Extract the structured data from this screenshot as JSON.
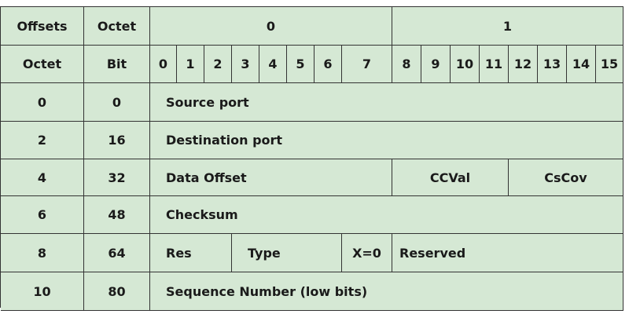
{
  "header": {
    "offsets": "Offsets",
    "octet_top": "Octet",
    "octet0": "0",
    "octet1": "1",
    "octet_left": "Octet",
    "bit": "Bit",
    "bits": [
      "0",
      "1",
      "2",
      "3",
      "4",
      "5",
      "6",
      "7",
      "8",
      "9",
      "10",
      "11",
      "12",
      "13",
      "14",
      "15"
    ]
  },
  "rows": [
    {
      "octet": "0",
      "bit": "0",
      "fields": [
        "Source port"
      ]
    },
    {
      "octet": "2",
      "bit": "16",
      "fields": [
        "Destination port"
      ]
    },
    {
      "octet": "4",
      "bit": "32",
      "fields": [
        "Data Offset",
        "CCVal",
        "CsCov"
      ]
    },
    {
      "octet": "6",
      "bit": "48",
      "fields": [
        "Checksum"
      ]
    },
    {
      "octet": "8",
      "bit": "64",
      "fields": [
        "Res",
        "Type",
        "X=0",
        "Reserved"
      ]
    },
    {
      "octet": "10",
      "bit": "80",
      "fields": [
        "Sequence Number (low bits)"
      ]
    }
  ],
  "colors": {
    "cell_fill": "#d5e8d4",
    "border": "#333333"
  }
}
